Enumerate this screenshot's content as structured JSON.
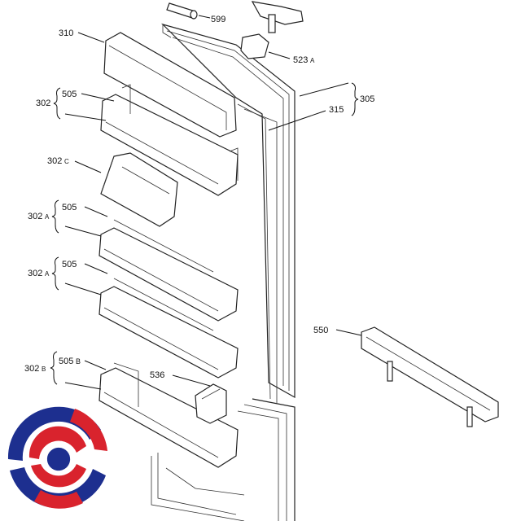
{
  "labels": {
    "l599": "599",
    "l523": "523",
    "l523s": "A",
    "l310": "310",
    "l305": "305",
    "l315": "315",
    "l302": "302",
    "l505a": "505",
    "l302c": "302",
    "l302cs": "C",
    "l302a1": "302",
    "l302a1s": "A",
    "l505b": "505",
    "l302a2": "302",
    "l302a2s": "A",
    "l505c": "505",
    "l550": "550",
    "l536": "536",
    "l302b": "302",
    "l302bs": "B",
    "l505d": "505",
    "l505ds": "B"
  },
  "colors": {
    "logo_blue": "#1d2f8f",
    "logo_red": "#d9232d",
    "line": "#222222"
  }
}
